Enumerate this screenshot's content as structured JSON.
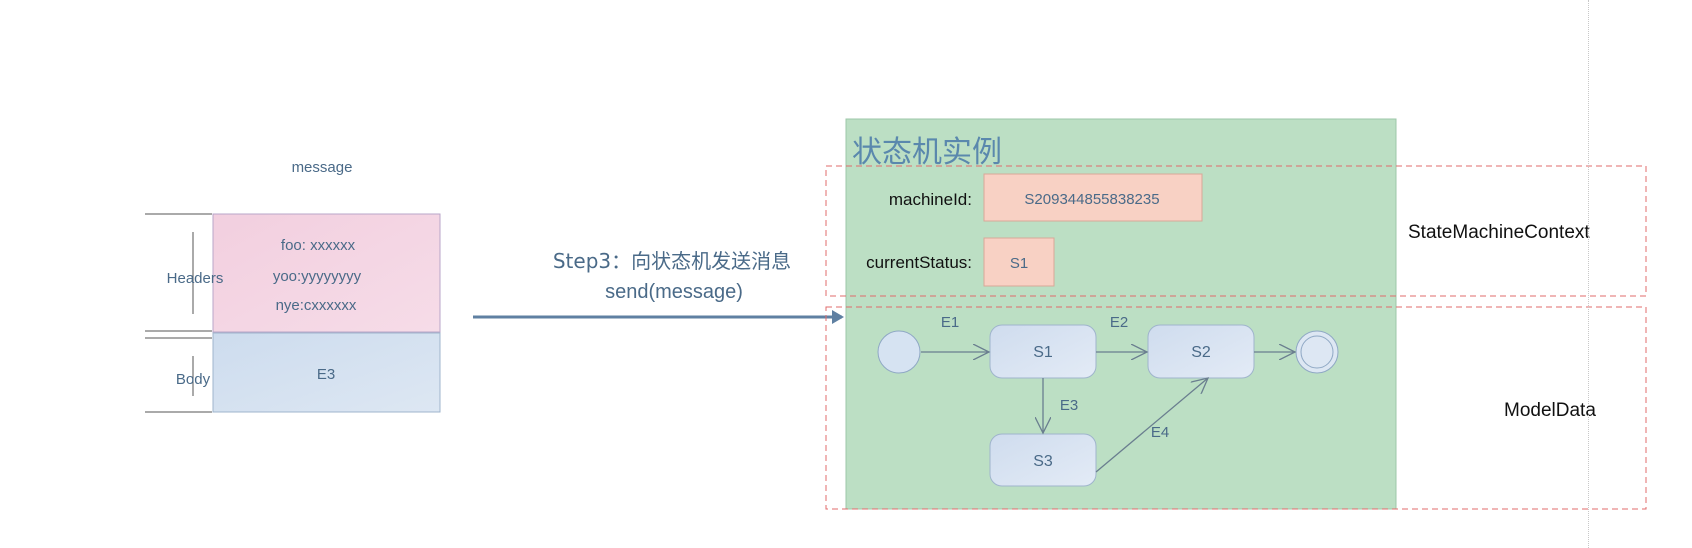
{
  "message": {
    "title": "message",
    "headers_label": "Headers",
    "body_label": "Body",
    "headers": [
      "foo: xxxxxx",
      "yoo:yyyyyyyy",
      "nye:cxxxxxx"
    ],
    "body": "E3"
  },
  "arrow": {
    "line1": "Step3：向状态机发送消息",
    "line2": "send(message)"
  },
  "instance": {
    "title": "状态机实例",
    "machine_id_label": "machineId:",
    "machine_id_value": "S209344855838235",
    "current_status_label": "currentStatus:",
    "current_status_value": "S1",
    "context_label": "StateMachineContext",
    "model_label": "ModelData"
  },
  "model": {
    "states": [
      "S1",
      "S2",
      "S3"
    ],
    "events": [
      "E1",
      "E2",
      "E3",
      "E4"
    ]
  },
  "colors": {
    "header_fill": "#f2cfdf",
    "body_fill": "#cddcee",
    "instance_fill": "#bcdfc4",
    "value_fill": "#f8d1c4",
    "state_fill": "#d6e3f2",
    "arrow": "#5f80a2",
    "dashed": "#e06b6b"
  }
}
